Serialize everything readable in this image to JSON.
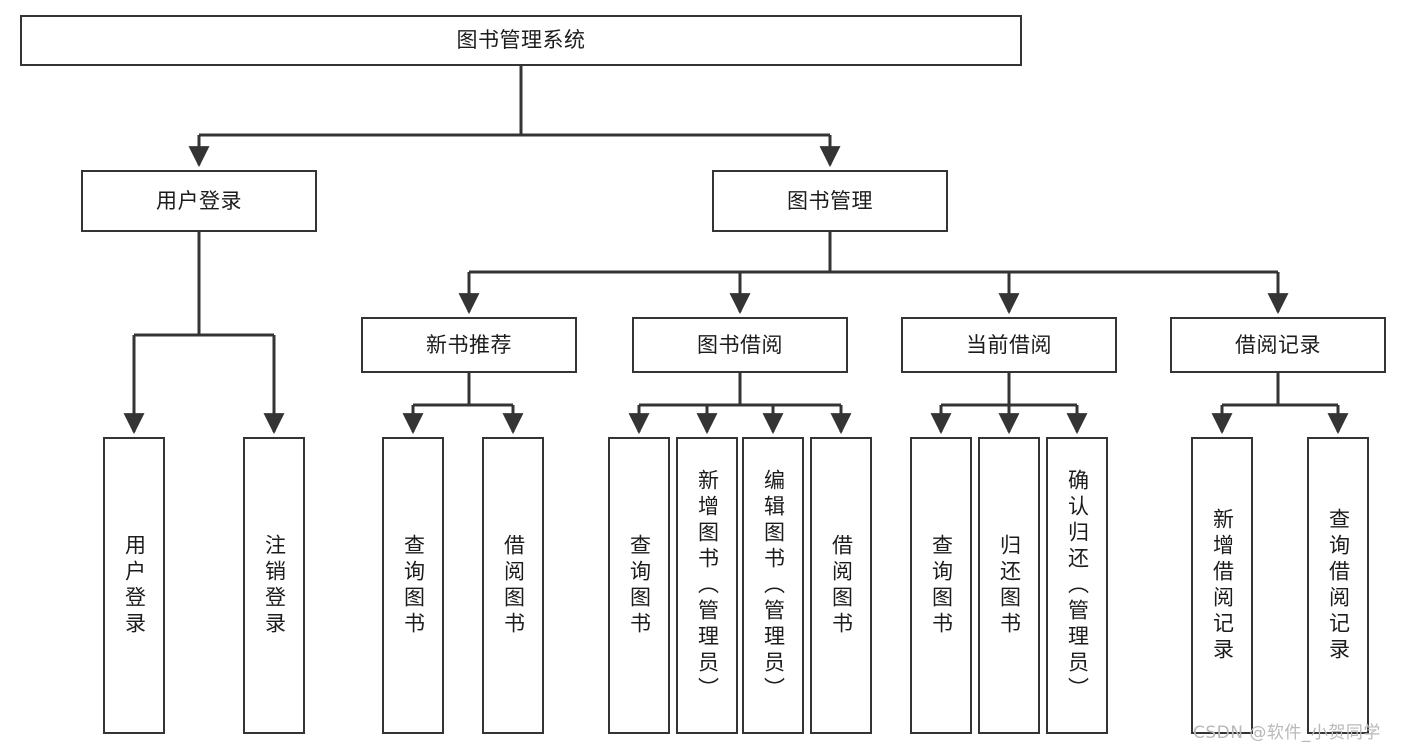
{
  "diagram": {
    "title": "图书管理系统",
    "type": "tree-structure-chart",
    "root": {
      "label": "图书管理系统"
    },
    "level1": [
      {
        "label": "用户登录"
      },
      {
        "label": "图书管理"
      }
    ],
    "level2": [
      {
        "label": "新书推荐",
        "parent": "图书管理"
      },
      {
        "label": "图书借阅",
        "parent": "图书管理"
      },
      {
        "label": "当前借阅",
        "parent": "图书管理"
      },
      {
        "label": "借阅记录",
        "parent": "图书管理"
      }
    ],
    "leaves": {
      "user_login": [
        {
          "label": "用户登录"
        },
        {
          "label": "注销登录"
        }
      ],
      "new_book_recommend": [
        {
          "label": "查询图书"
        },
        {
          "label": "借阅图书"
        }
      ],
      "book_borrow": [
        {
          "label": "查询图书"
        },
        {
          "label": "新增图书（管理员）"
        },
        {
          "label": "编辑图书（管理员）"
        },
        {
          "label": "借阅图书"
        }
      ],
      "current_borrow": [
        {
          "label": "查询图书"
        },
        {
          "label": "归还图书"
        },
        {
          "label": "确认归还（管理员）"
        }
      ],
      "borrow_record": [
        {
          "label": "新增借阅记录"
        },
        {
          "label": "查询借阅记录"
        }
      ]
    }
  },
  "watermark": {
    "text": "CSDN @软件_小贺同学"
  },
  "colors": {
    "stroke": "#343434",
    "fill": "#ffffff",
    "text": "#1c1c1c",
    "watermark": "#b9b9b9"
  }
}
